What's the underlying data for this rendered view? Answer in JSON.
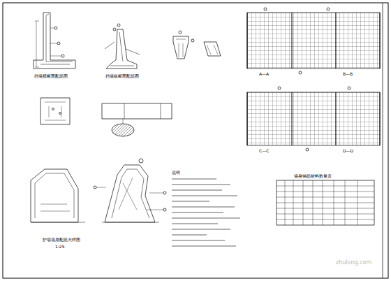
{
  "diagram": {
    "labels": [
      "挡墙横断面配筋图",
      "挡墙纵断面配筋图",
      "A—A",
      "B—B",
      "C—C",
      "D—D",
      "说明",
      "护墙墙身配筋大样图",
      "1:25",
      "墙身钢筋材料数量表",
      "zhulong.com"
    ]
  }
}
